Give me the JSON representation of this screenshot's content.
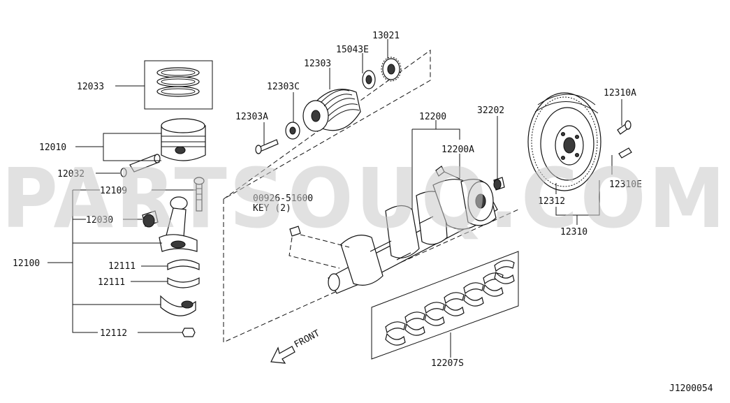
{
  "watermark": "PARTSOUQ.COM",
  "diagram_code": "J1200054",
  "front_label": "FRONT",
  "key_label": "KEY (2)",
  "parts": {
    "p12033": "12033",
    "p12010": "12010",
    "p12032": "12032",
    "p12109": "12109",
    "p12030": "12030",
    "p12100": "12100",
    "p12111a": "12111",
    "p12111b": "12111",
    "p12112": "12112",
    "p12303a": "12303A",
    "p12303c": "12303C",
    "p12303": "12303",
    "p15043e": "15043E",
    "p13021": "13021",
    "p12200": "12200",
    "p12200a": "12200A",
    "p32202": "32202",
    "p00926": "00926-51600",
    "p12207s": "12207S",
    "p12310a": "12310A",
    "p12310e": "12310E",
    "p12312": "12312",
    "p12310": "12310"
  }
}
